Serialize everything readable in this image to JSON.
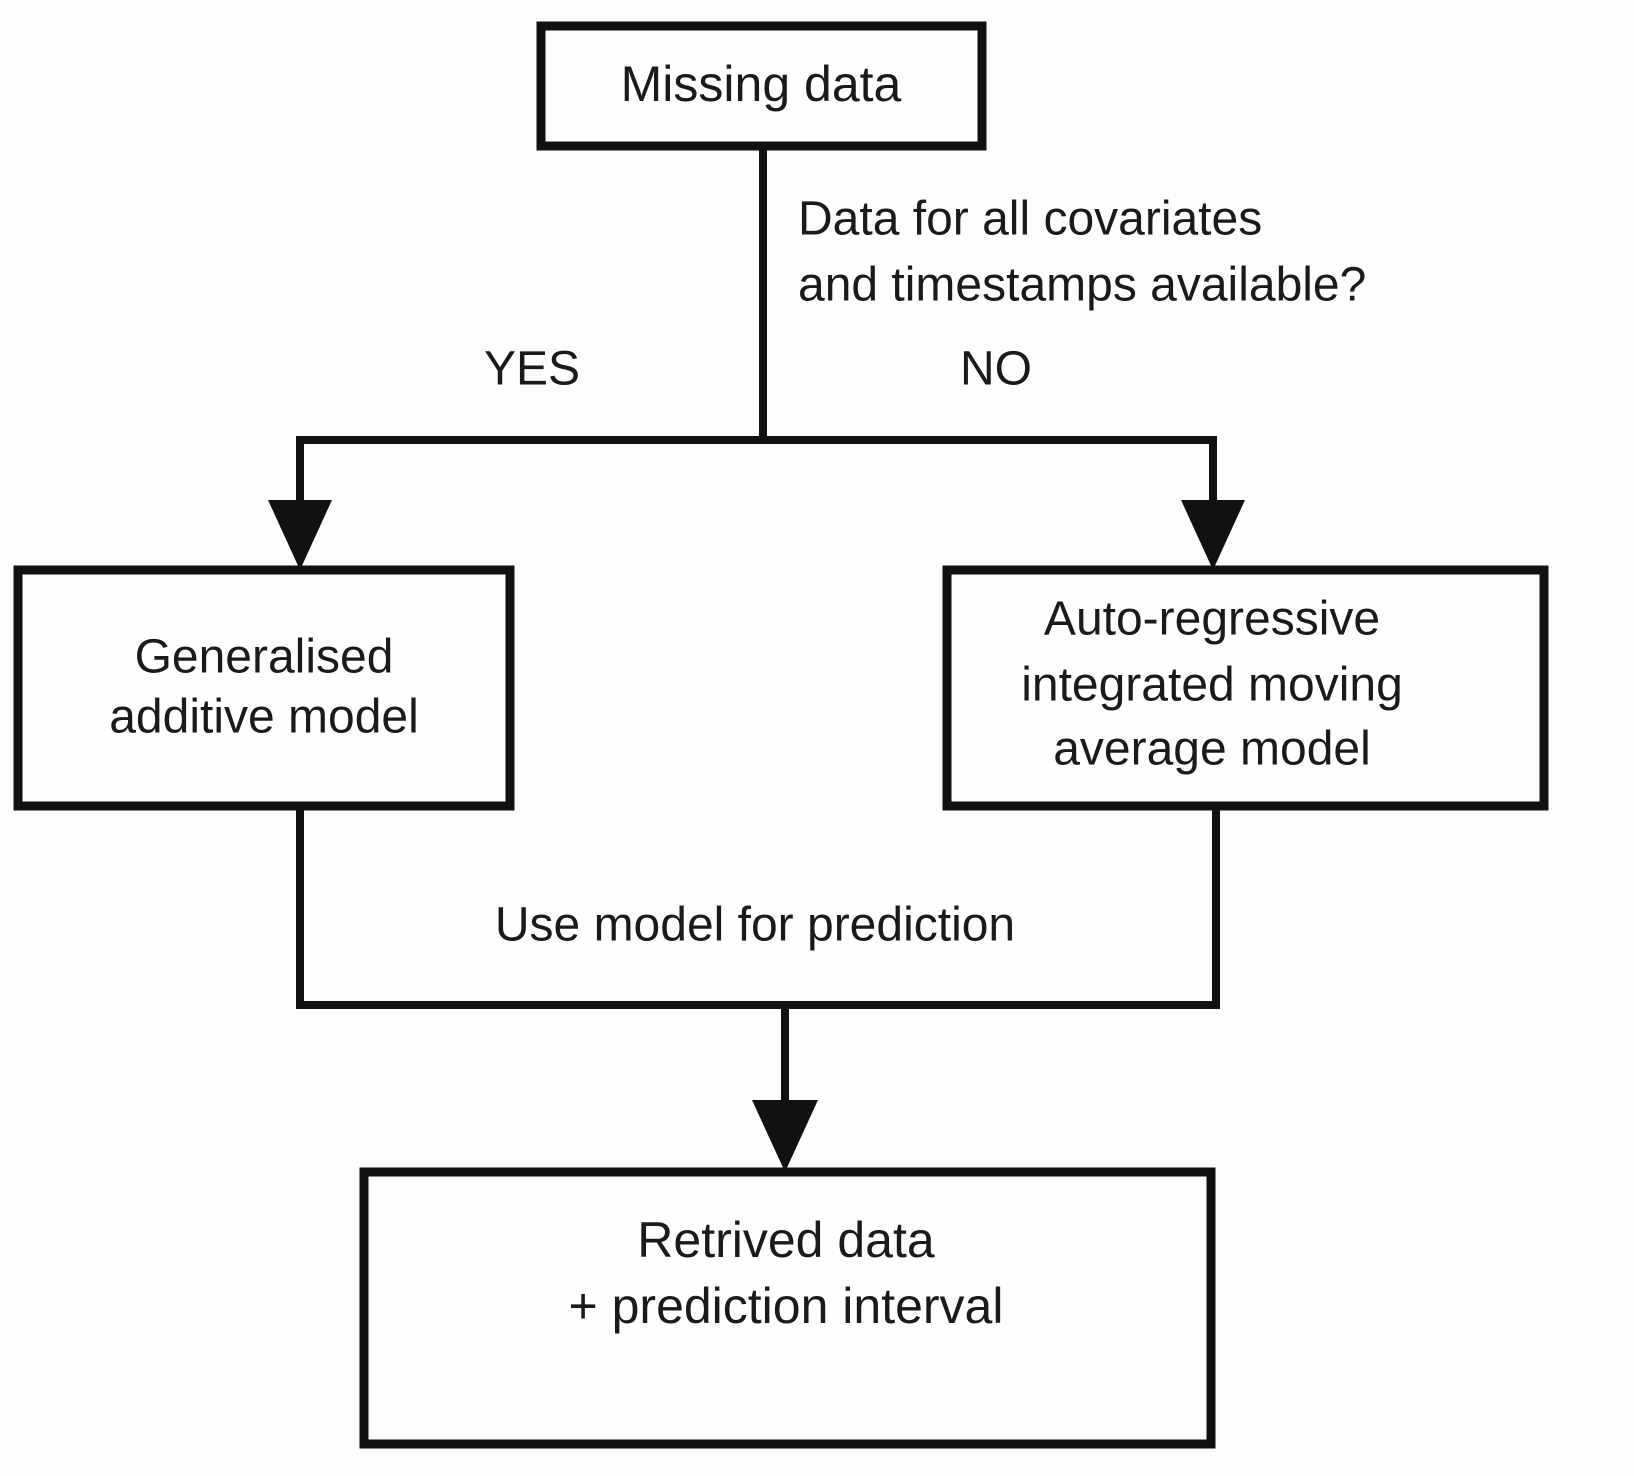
{
  "diagram": {
    "type": "flowchart",
    "title": "Missing data imputation decision flowchart",
    "background_color": "#fdfdfb",
    "line_color": "#111111",
    "box_fill": "#fefefe",
    "text_color": "#1a1a1a",
    "nodes": [
      {
        "id": "missing-data",
        "shape": "rectangle",
        "lines": [
          "Missing data"
        ],
        "label": "Missing data"
      },
      {
        "id": "gam",
        "shape": "rectangle",
        "lines": [
          "Generalised",
          "additive model"
        ],
        "label": "Generalised additive model"
      },
      {
        "id": "arima",
        "shape": "rectangle",
        "lines": [
          "Auto-regressive",
          "integrated moving",
          "average model"
        ],
        "label": "Auto-regressive integrated moving average model"
      },
      {
        "id": "retrieved",
        "shape": "rectangle",
        "lines": [
          "Retrived data",
          "+ prediction interval"
        ],
        "label": "Retrived data + prediction interval"
      }
    ],
    "decision_question": {
      "line1": "Data for all covariates",
      "line2": "and timestamps available?"
    },
    "edge_labels": {
      "yes": "YES",
      "no": "NO",
      "merge": "Use model for prediction"
    }
  }
}
